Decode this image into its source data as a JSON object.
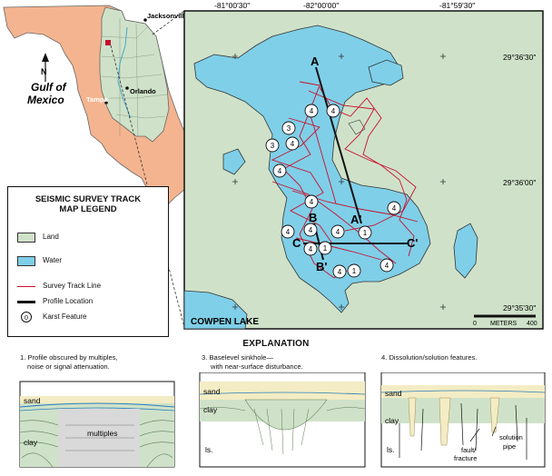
{
  "florida_map": {
    "city_jacksonville": "Jacksonville",
    "city_orlando": "Orlando",
    "city_tampa": "Tampa",
    "gulf_label_line1": "Gulf of",
    "gulf_label_line2": "Mexico",
    "north_label": "N"
  },
  "detail_map": {
    "lon_labels": [
      "-81°00'30\"",
      "-82°00'00\"",
      "-81°59'30\""
    ],
    "lat_labels": [
      "29°36'30\"",
      "29°36'00\"",
      "29°35'30\""
    ],
    "lake_name": "COWPEN LAKE",
    "scale_zero": "0",
    "scale_label": "METERS",
    "scale_max": "400",
    "profile_labels": {
      "a": "A",
      "a_prime": "A'",
      "b": "B",
      "b_prime": "B'",
      "c": "C",
      "c_prime": "C'"
    },
    "karst_features": [
      "4",
      "4",
      "3",
      "4",
      "4",
      "3",
      "4",
      "4",
      "4",
      "4",
      "4",
      "1",
      "4",
      "1",
      "4",
      "1",
      "4"
    ]
  },
  "legend": {
    "title_line1": "SEISMIC SURVEY TRACK",
    "title_line2": "MAP LEGEND",
    "land": "Land",
    "water": "Water",
    "survey_track": "Survey Track Line",
    "profile_location": "Profile Location",
    "karst_feature": "Karst Feature",
    "karst_symbol": "0"
  },
  "colors": {
    "land": "#cfe2c9",
    "water": "#7fcfe8",
    "florida": "#f4b48f",
    "track": "#c8102e"
  },
  "explanation": {
    "title": "EXPLANATION",
    "panel1": {
      "caption_line1": "1. Profile obscured by multiples,",
      "caption_line2": "noise or signal attenuation.",
      "sand": "sand",
      "clay": "clay",
      "multiples": "multiples"
    },
    "panel3": {
      "caption_line1": "3. Baselevel sinkhole—",
      "caption_line2": "with near-surface disturbance.",
      "sand": "sand",
      "clay": "clay",
      "ls": "ls."
    },
    "panel4": {
      "caption_line1": "4. Dissolution/solution features.",
      "sand": "sand",
      "clay": "clay",
      "ls": "ls.",
      "solution": "solution",
      "pipe": "pipe",
      "fault": "fault/",
      "fracture": "fracture"
    }
  }
}
